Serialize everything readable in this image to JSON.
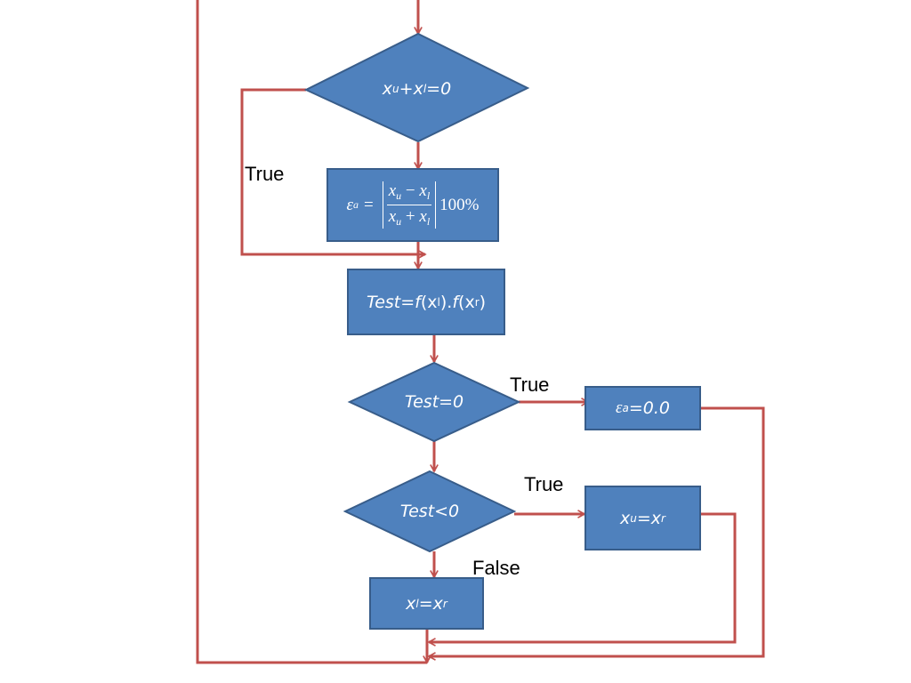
{
  "colors": {
    "node_fill": "#4f81bd",
    "node_stroke": "#385d8a",
    "arrow": "#c0504d",
    "text": "#ffffff"
  },
  "nodes": {
    "d1": {
      "x1": "x",
      "s1": "u",
      "op": "+",
      "x2": "x",
      "s2": "l",
      "rest": " =0"
    },
    "ea_formula": {
      "eps": "ε",
      "eps_sub": "a",
      "eq": "=",
      "num_a": "x",
      "num_a_sub": "u",
      "num_op": "−",
      "num_b": "x",
      "num_b_sub": "l",
      "den_a": "x",
      "den_a_sub": "u",
      "den_op": "+",
      "den_b": "x",
      "den_b_sub": "l",
      "pct": "100%"
    },
    "test": {
      "pre": "Test=",
      "f1": "f",
      "p1": "(x",
      "s1": "l",
      "p2": "). ",
      "f2": "f",
      "p3": "(x",
      "s2": "r",
      "p4": ")"
    },
    "d2": {
      "text": "Test=0"
    },
    "ea_zero": {
      "eps": "ε",
      "sub": "a",
      "rest": "=0.0"
    },
    "d3": {
      "text": "Test<0"
    },
    "xu_xr": {
      "a": "x",
      "a_sub": "u",
      "eq": "=",
      "b": "x",
      "b_sub": "r"
    },
    "xl_xr": {
      "a": "x",
      "a_sub": "l",
      "eq": "=",
      "b": "x",
      "b_sub": "r"
    }
  },
  "labels": {
    "true_1": "True",
    "true_2": "True",
    "true_3": "True",
    "false_1": "False"
  }
}
